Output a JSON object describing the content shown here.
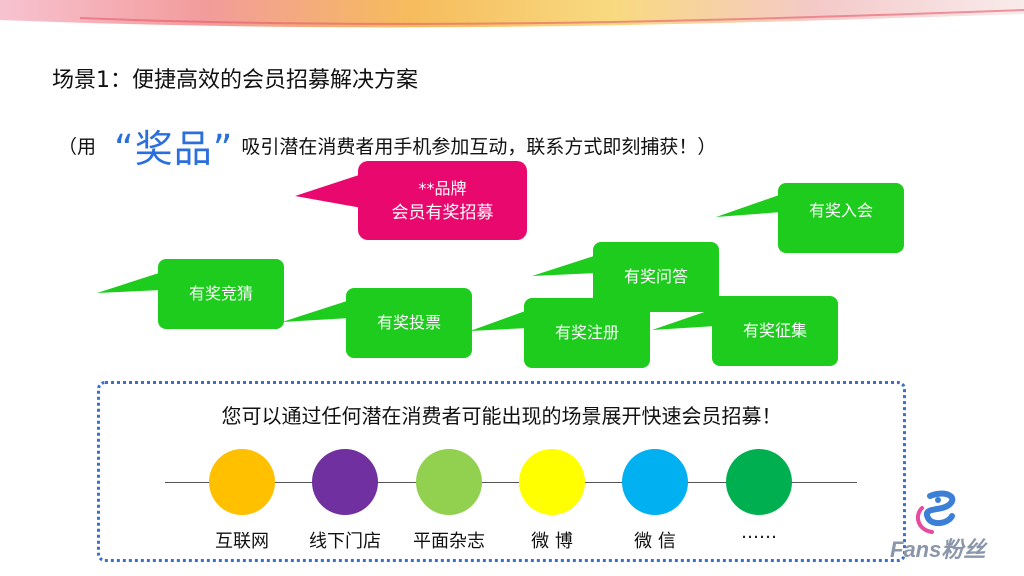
{
  "slide": {
    "title": "场景1：便捷高效的会员招募解决方案",
    "subtitle_open": "（用",
    "subtitle_highlight": "“奖品”",
    "subtitle_rest": "吸引潜在消费者用手机参加互动，联系方式即刻捕获！）"
  },
  "bubbles": {
    "brand_line1": "**品牌",
    "brand_line2": "会员有奖招募",
    "join": "有奖入会",
    "quiz": "有奖问答",
    "guess": "有奖竞猜",
    "vote": "有奖投票",
    "register": "有奖注册",
    "collect": "有奖征集"
  },
  "channels": {
    "heading": "您可以通过任何潜在消费者可能出现的场景展开快速会员招募！",
    "items": [
      {
        "label": "互联网",
        "color": "#ffc000"
      },
      {
        "label": "线下门店",
        "color": "#7030a0"
      },
      {
        "label": "平面杂志",
        "color": "#92d050"
      },
      {
        "label": "微 博",
        "color": "#ffff00"
      },
      {
        "label": "微 信",
        "color": "#00b0f0"
      },
      {
        "label": "……",
        "color": "#00b050"
      }
    ]
  },
  "colors": {
    "brand_bubble": "#e8086e",
    "green_bubble": "#1ecc1e",
    "highlight_text": "#2a6fdb",
    "dotted_border": "#3c6fc9"
  },
  "logo": {
    "icon": "fans-swirl-logo",
    "text": "Fans粉丝"
  }
}
